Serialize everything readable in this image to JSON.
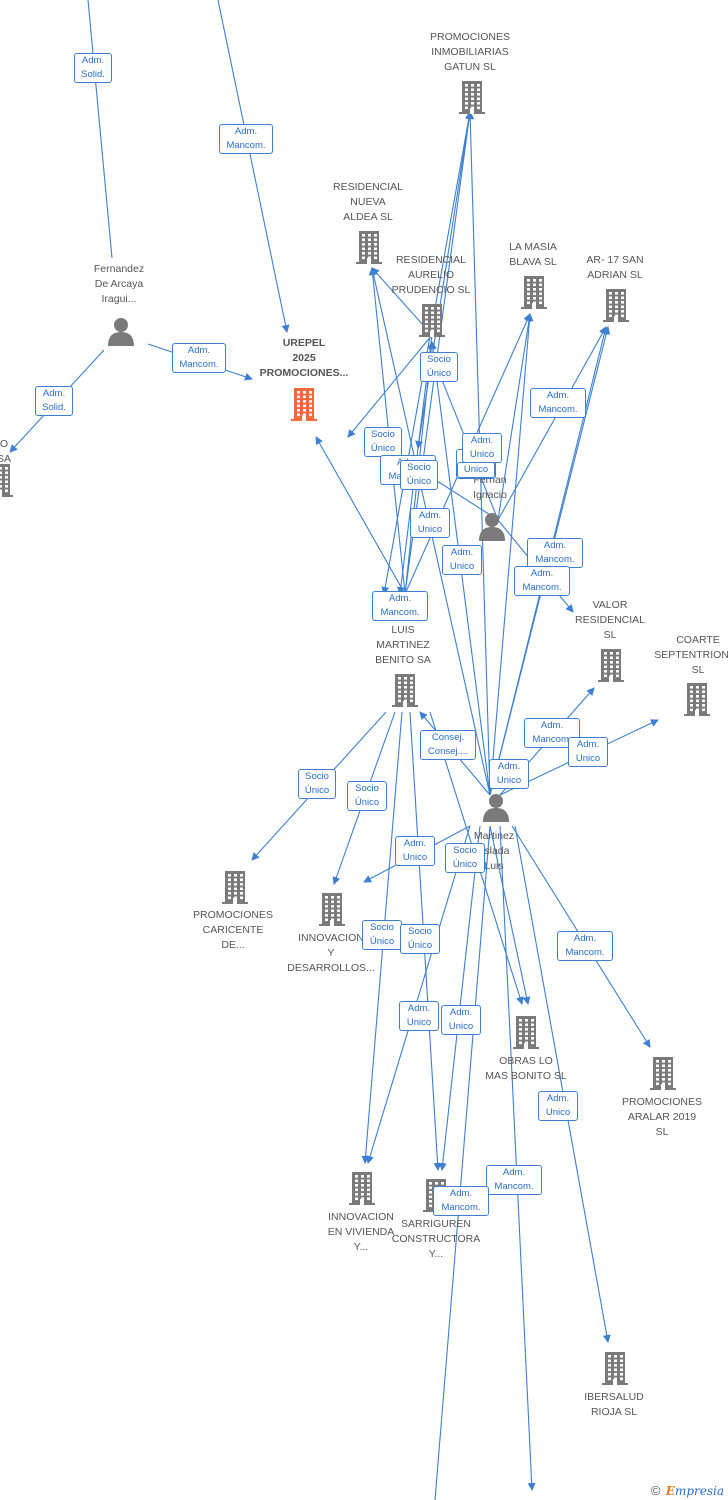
{
  "colors": {
    "edge": "#3d7fd0",
    "company": "#7a7a7a",
    "company_main": "#f26a3c",
    "person": "#7a7a7a",
    "label": "#555555"
  },
  "nodes": [
    {
      "id": "urepel",
      "type": "company",
      "main": true,
      "label": "UREPEL\n2025\nPROMOCIONES..."
    },
    {
      "id": "gatun",
      "type": "company",
      "label": "PROMOCIONES\nINMOBILIARIAS\nGATUN  SL"
    },
    {
      "id": "nueva_aldea",
      "type": "company",
      "label": "RESIDENCIAL\nNUEVA\nALDEA SL"
    },
    {
      "id": "aurelio",
      "type": "company",
      "label": "RESIDENCIAL\nAURELIO\nPRUDENCIO  SL"
    },
    {
      "id": "masia",
      "type": "company",
      "label": "LA MASIA\nBLAVA  SL"
    },
    {
      "id": "ar17",
      "type": "company",
      "label": "AR- 17 SAN\nADRIAN SL"
    },
    {
      "id": "valor",
      "type": "company",
      "label": "VALOR\nRESIDENCIAL\nSL"
    },
    {
      "id": "coarte",
      "type": "company",
      "label": "COARTE\nSEPTENTRIONAL\nSL"
    },
    {
      "id": "luis_martinez",
      "type": "company",
      "label": "LUIS\nMARTINEZ\nBENITO SA"
    },
    {
      "id": "caricente",
      "type": "company",
      "label": "PROMOCIONES\nCARICENTE\nDE..."
    },
    {
      "id": "innov_des",
      "type": "company",
      "label": "INNOVACION\nY\nDESARROLLOS..."
    },
    {
      "id": "obras",
      "type": "company",
      "label": "OBRAS LO\nMAS BONITO  SL"
    },
    {
      "id": "aralar",
      "type": "company",
      "label": "PROMOCIONES\nARALAR 2019\nSL"
    },
    {
      "id": "innov_viv",
      "type": "company",
      "label": "INNOVACION\nEN VIVIENDA\nY..."
    },
    {
      "id": "sarriguren",
      "type": "company",
      "label": "SARRIGUREN\nCONSTRUCTORA\nY..."
    },
    {
      "id": "ibersalud",
      "type": "company",
      "label": "IBERSALUD\nRIOJA SL"
    },
    {
      "id": "fernandez",
      "type": "person",
      "label": "Fernandez\nDe Arcaya\nIragui..."
    },
    {
      "id": "fernan",
      "type": "person",
      "label": "ez\nFernan\nIgnacio"
    },
    {
      "id": "martinez_luis",
      "type": "person",
      "label": "Martinez\noslada\nLuis"
    },
    {
      "id": "left_partial",
      "type": "company",
      "label": "O\nSA"
    }
  ],
  "edge_labels": [
    "Adm.\nSolid.",
    "Adm.\nMancom.",
    "Adm.\nMancom.",
    "Adm.\nSolid.",
    "Socio\nÚnico",
    "Socio\nÚnico",
    "Adm.\nMancom.",
    "Socio\nÚnico",
    "Adm.\nUnico",
    "Unico",
    "Adm.\nMancom.",
    "Adm.\nUnico",
    "Adm.\nUnico",
    "Adm.\nUnico",
    "Adm.\nMancom.",
    "Adm.\nMancom.",
    "Adm.\nMancom.",
    "Adm.\nMancom.",
    "Adm.\nUnico",
    "Consej.\nConsej....",
    "Adm.\nUnico",
    "Socio\nÚnico",
    "Socio\nÚnico",
    "Adm.\nUnico",
    "Socio\nÚnico",
    "Adm.\nMancom.",
    "Socio\nÚnico",
    "Socio\nÚnico",
    "Adm.\nUnico",
    "Adm.\nUnico",
    "Adm.\nUnico",
    "Adm.\nMancom.",
    "Adm.\nMancom."
  ],
  "footer": {
    "copyright": "©",
    "brand_e": "E",
    "brand_rest": "mpresia"
  }
}
